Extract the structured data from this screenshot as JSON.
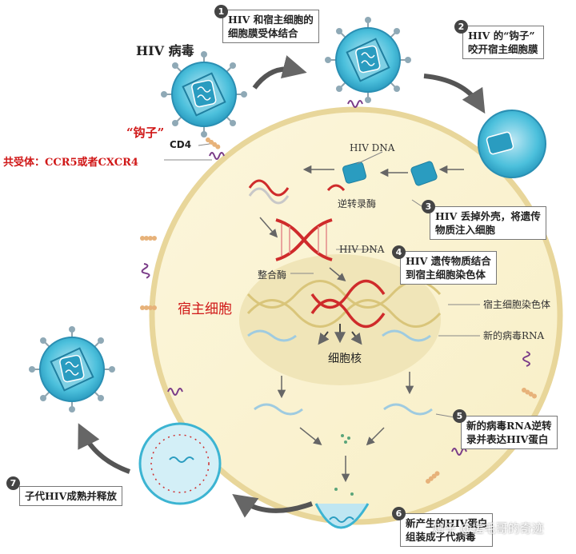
{
  "title": "HIV 病毒",
  "labels": {
    "hook": "“钩子”",
    "cd4": "CD4",
    "coreceptor": "共受体：CCR5或者CXCR4",
    "hiv_dna_top": "HIV DNA",
    "reverse_transcriptase": "逆转录酶",
    "hiv_dna_mid": "HIV DNA",
    "integrase": "整合酶",
    "host_cell": "宿主细胞",
    "host_chromosome": "宿主细胞染色体",
    "new_viral_rna": "新的病毒RNA",
    "nucleus": "细胞核"
  },
  "steps": [
    {
      "num": "1",
      "line1": "HIV 和宿主细胞的",
      "line2": "细胞膜受体结合"
    },
    {
      "num": "2",
      "line1": "HIV 的“钩子”",
      "line2": "咬开宿主细胞膜"
    },
    {
      "num": "3",
      "line1": "HIV 丢掉外壳，将遗传",
      "line2": "物质注入细胞"
    },
    {
      "num": "4",
      "line1": "HIV 遗传物质结合",
      "line2": "到宿主细胞染色体"
    },
    {
      "num": "5",
      "line1": "新的病毒RNA逆转",
      "line2": "录并表达HIV蛋白"
    },
    {
      "num": "6",
      "line1": "新产生的HIV蛋白",
      "line2": "组装成子代病毒"
    },
    {
      "num": "7",
      "line1": "子代HIV成熟并释放",
      "line2": ""
    }
  ],
  "watermark": "知乎 @搓毛哥的奇迹",
  "colors": {
    "cell_fill": "#faf2cf",
    "cell_edge": "#ecdca0",
    "nucleus": "#f1e7bd",
    "virus": "#3cb4d2",
    "dna_red": "#cf2b2b",
    "rna_blue": "#9fcbe0"
  }
}
